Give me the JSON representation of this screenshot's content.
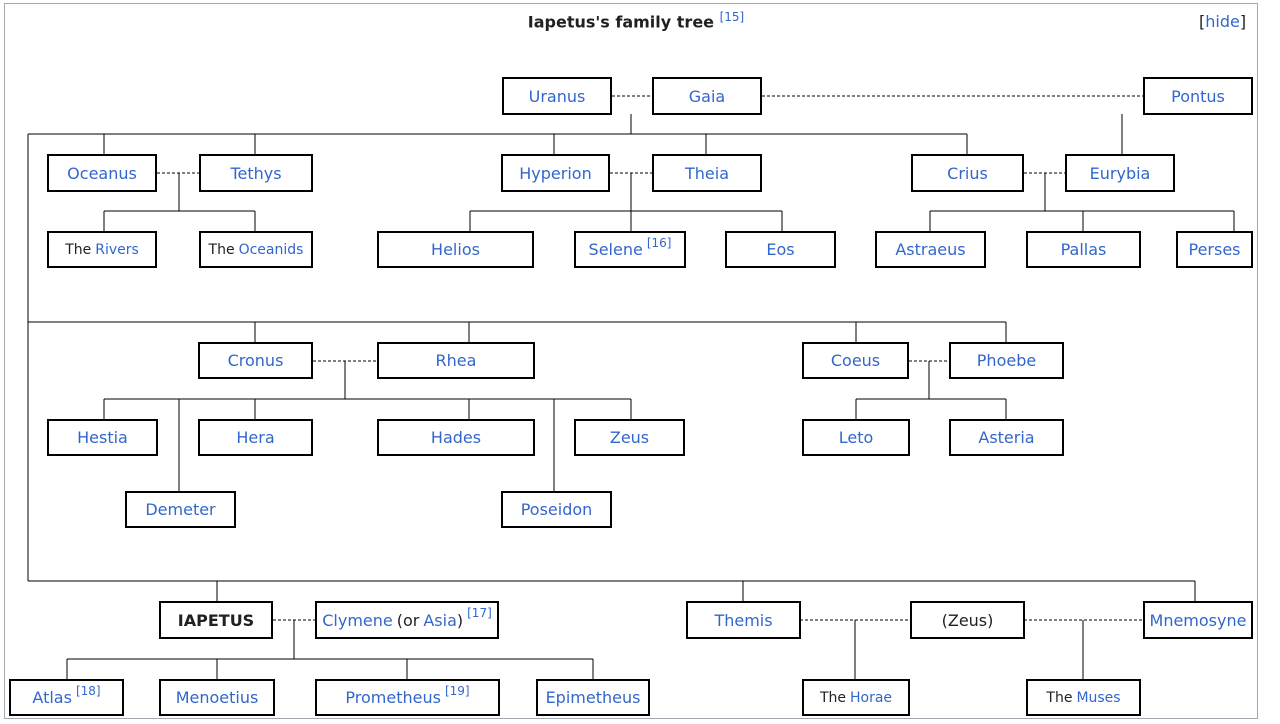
{
  "title": "Iapetus's family tree",
  "title_ref": "[15]",
  "hide": {
    "open": "[",
    "label": "hide",
    "close": "]"
  },
  "people": {
    "uranus": "Uranus",
    "gaia": "Gaia",
    "pontus": "Pontus",
    "oceanus": "Oceanus",
    "tethys": "Tethys",
    "hyperion": "Hyperion",
    "theia": "Theia",
    "crius": "Crius",
    "eurybia": "Eurybia",
    "the": "The",
    "rivers": "Rivers",
    "oceanids": "Oceanids",
    "helios": "Helios",
    "selene": "Selene",
    "selene_ref": "[16]",
    "eos": "Eos",
    "astraeus": "Astraeus",
    "pallas": "Pallas",
    "perses": "Perses",
    "cronus": "Cronus",
    "rhea": "Rhea",
    "coeus": "Coeus",
    "phoebe": "Phoebe",
    "hestia": "Hestia",
    "hera": "Hera",
    "hades": "Hades",
    "zeus": "Zeus",
    "leto": "Leto",
    "asteria": "Asteria",
    "demeter": "Demeter",
    "poseidon": "Poseidon",
    "iapetus": "IAPETUS",
    "clymene": "Clymene",
    "or_open": "(or",
    "asia": "Asia",
    "or_close": ")",
    "clymene_ref": "[17]",
    "themis": "Themis",
    "zeus_paren": "(Zeus)",
    "mnemosyne": "Mnemosyne",
    "atlas": "Atlas",
    "atlas_ref": "[18]",
    "menoetius": "Menoetius",
    "prometheus": "Prometheus",
    "prometheus_ref": "[19]",
    "epimetheus": "Epimetheus",
    "horae": "Horae",
    "muses": "Muses"
  }
}
